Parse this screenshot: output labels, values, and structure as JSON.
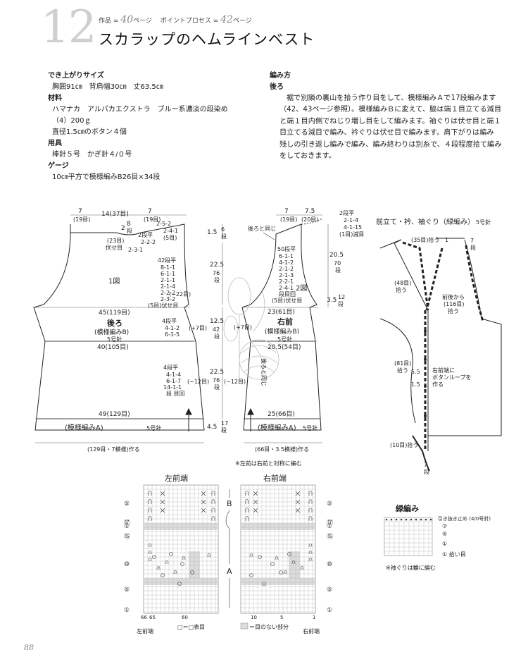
{
  "pattern_number": "12",
  "ref": {
    "work_label": "作品",
    "work_page": "40",
    "page_label": "ページ",
    "process_label": "ポイントプロセス",
    "process_page": "42"
  },
  "title": "スカラップのヘムラインベスト",
  "spec": {
    "size_heading": "でき上がりサイズ",
    "size_value": "胸囲91㎝　背肩幅30㎝　丈63.5㎝",
    "materials_heading": "材料",
    "materials_line1": "ハマナカ　アルパカエクストラ　ブルー系濃淡の段染め",
    "materials_line2": "（4）200ｇ",
    "materials_line3": "直径1.5㎝のボタン４個",
    "tools_heading": "用具",
    "tools_value": "棒針５号　かぎ針４/０号",
    "gauge_heading": "ゲージ",
    "gauge_value": "10㎝平方で模様編みB26目×34段"
  },
  "method": {
    "heading": "編み方",
    "sub_heading": "後ろ",
    "lines": [
      "裾で別鎖の裏山を拾う作り目をして、模様編みＡで17段編みます",
      "（42、43ページ参照）。模様編みＢに変えて、脇は端１目立てる減目",
      "と端１目内側でねじり増し目をして編みます。袖ぐりは伏せ目と端１",
      "目立てる減目で編み、衿ぐりは伏せ目で編みます。肩下がりは編み",
      "残しの引き返し編みで編み、編み終わりは別糸で、４段程度拾て編み",
      "をしておきます。"
    ]
  },
  "back": {
    "top_dims": [
      "7",
      "(19目)",
      "14(37目)",
      "7",
      "(19目)"
    ],
    "neck": [
      "8",
      "段",
      "2",
      "(23目)",
      "伏せ目",
      "2段平",
      "2-2-2",
      "2-3-1"
    ],
    "shoulder": [
      "2-5-2",
      "2-4-1",
      "(5目)"
    ],
    "armhole": [
      "42段平",
      "8-1-1",
      "6-1-1",
      "2-1-1",
      "2-1-4",
      "2-2-2",
      "2-3-2",
      "(5目)伏せ目"
    ],
    "fig": "1図",
    "minus22": "(−22目)",
    "width45": "45(119目)",
    "name": "後ろ",
    "pattern": "(模様編みB)",
    "needle": "5号針",
    "inc": [
      "4段平",
      "4-1-2",
      "6-1-5"
    ],
    "plus7": "(+7目)",
    "width40": "40(105目)",
    "dec": [
      "4段平",
      "4-1-4",
      "6-1-7",
      "14-1-1",
      "段 目回"
    ],
    "minus12": "(−12目)",
    "width49": "49(129目)",
    "hem_label": "(模様編みA)",
    "hem_needle": "5号針",
    "cast_on": "(129目・7模様)作る"
  },
  "vertical": {
    "v1": [
      "1.5",
      "6",
      "段"
    ],
    "v2": [
      "22.5",
      "76",
      "段"
    ],
    "v3": [
      "12.5",
      "42",
      "段"
    ],
    "v4": [
      "22.5",
      "76",
      "段"
    ],
    "v5": [
      "4.5",
      "17",
      "段"
    ]
  },
  "front": {
    "top_dims": [
      "7",
      "(19目)",
      "7.5",
      "(20目)"
    ],
    "pickup": "後ろと同じ",
    "neck_side": [
      "2段平",
      "2-1-4",
      "4-1-15",
      "(1目)減目"
    ],
    "armhole": [
      "50段平",
      "6-1-1",
      "4-1-2",
      "2-1-2",
      "2-1-3",
      "2-2-1",
      "2-4-1",
      "段目回",
      "(5目)伏せ目"
    ],
    "fig": "2図",
    "width23": "23(61目)",
    "name": "右前",
    "pattern": "(模様編みB)",
    "needle": "5号針",
    "plus7": "(+7目)",
    "width205": "20.5(54目)",
    "same": "後ろと同じ",
    "minus12": "(−12目)",
    "width25": "25(66目)",
    "hem_label": "(模様編みA)",
    "hem_needle": "5号針",
    "cast_on": "(66目・3.5模様)作る",
    "right_v1": [
      "20.5",
      "70",
      "段"
    ],
    "right_v2": [
      "3.5",
      "12",
      "段"
    ],
    "note": "※左前は右前と対称に編む"
  },
  "band": {
    "title": "前立て・衿、袖ぐり（緑編み）",
    "needle": "5号針",
    "pick35": "(35目)拾う",
    "one": "1",
    "seven": [
      "7",
      "段"
    ],
    "pick48": [
      "(48目)",
      "拾う"
    ],
    "armhole_pick": [
      "前後から",
      "(116目)",
      "拾う"
    ],
    "pick81": [
      "(81目)",
      "拾う"
    ],
    "sp": [
      "5.5",
      "1.5"
    ],
    "loop_note": [
      "右前端に",
      "ボタンループを",
      "作る"
    ],
    "pick10": "(10目)拾う",
    "bottom_seven": [
      "7",
      "段"
    ]
  },
  "chart": {
    "left_title": "左前端",
    "right_title": "右前端",
    "label_b": "B",
    "label_a": "A",
    "row_labels": [
      "⑤",
      "①",
      "⑰",
      "⑮",
      "⑩",
      "⑤",
      "①"
    ],
    "bottom_left": [
      "66",
      "65",
      "60"
    ],
    "bottom_right": [
      "10",
      "5",
      "1"
    ],
    "left_end": "左前端",
    "right_end": "右前端",
    "legend1": "□＝□表目",
    "legend2": "＝目のない部分"
  },
  "green": {
    "title": "緑編み",
    "labels": [
      "引き抜き止め (4/0号針)",
      "⑦",
      "⑤",
      "①",
      "① 拾い目"
    ],
    "note": "※袖ぐりは輪に編む"
  },
  "page_number": "88"
}
